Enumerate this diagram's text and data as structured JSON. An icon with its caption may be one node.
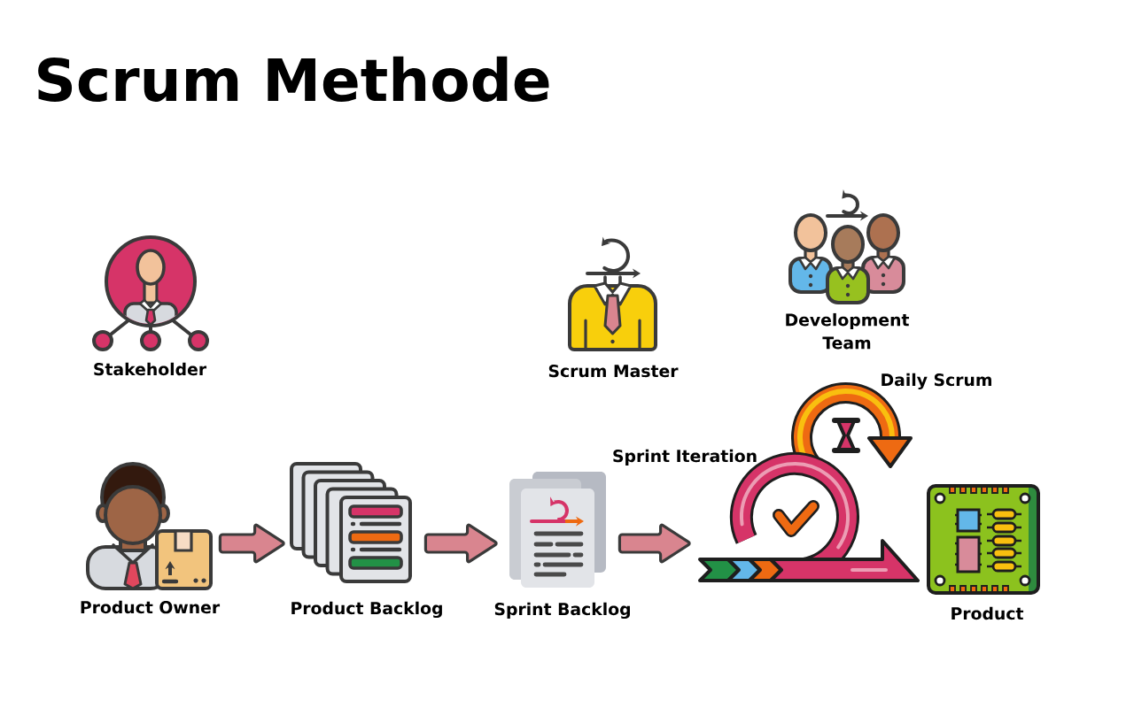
{
  "diagram": {
    "title": "Scrum Methode",
    "nodes": [
      {
        "text": [
          "Stakeholder"
        ]
      },
      {
        "text": [
          "Scrum Master"
        ]
      },
      {
        "text": [
          "Development Team"
        ]
      },
      {
        "text": [
          "Product Owner"
        ]
      },
      {
        "text": [
          "Product Backlog"
        ]
      },
      {
        "text": [
          "Sprint Backlog"
        ]
      },
      {
        "text": [
          "Sprint Iteration"
        ]
      },
      {
        "text": [
          "Daily Scrum"
        ]
      },
      {
        "text": [
          "Product"
        ]
      }
    ],
    "edges": [
      {
        "from": 3,
        "to": 4,
        "arrow": "to"
      },
      {
        "from": 4,
        "to": 5,
        "arrow": "to"
      },
      {
        "from": 5,
        "to": 6,
        "arrow": "to"
      }
    ]
  }
}
